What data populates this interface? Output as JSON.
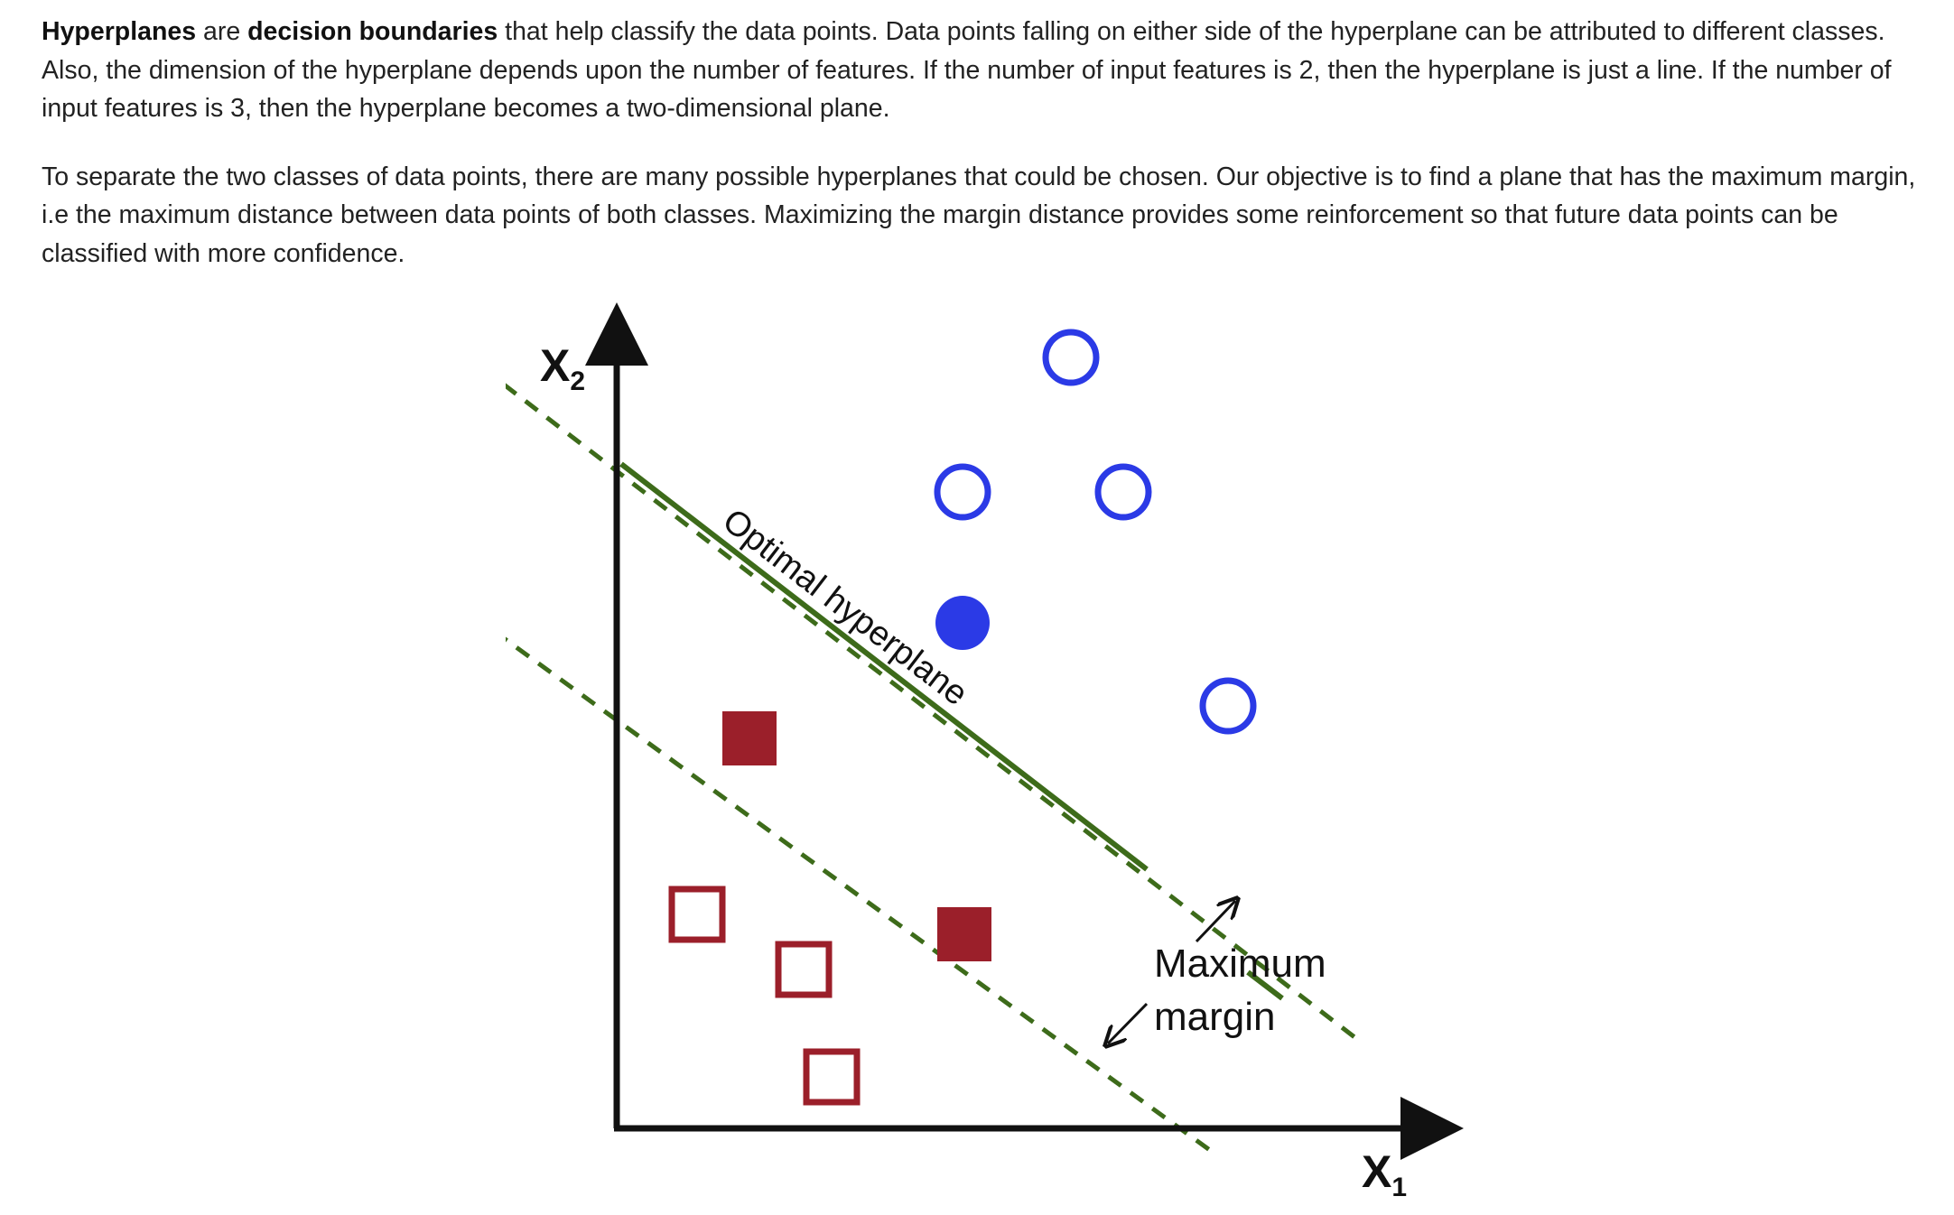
{
  "article": {
    "p1": [
      {
        "text": "Hyperplanes",
        "bold": true
      },
      {
        "text": " are ",
        "bold": false
      },
      {
        "text": "decision boundaries",
        "bold": true
      },
      {
        "text": " that help classify the data points. Data points falling on either side of the hyperplane can be attributed to different classes. Also, the dimension of the hyperplane depends upon the number of features. If the number of input features is 2, then the hyperplane is just a line. If the number of input features is 3, then the hyperplane becomes a two-dimensional plane.",
        "bold": false
      }
    ],
    "p2": "To separate the two classes of data points, there are many possible hyperplanes that could be chosen. Our objective is to find a plane that has the maximum margin, i.e the maximum distance between data points of both classes. Maximizing the margin distance provides some reinforcement so that future data points can be classified with more confidence."
  },
  "diagram": {
    "y_axis_label": "X",
    "y_axis_sub": "2",
    "x_axis_label": "X",
    "x_axis_sub": "1",
    "hyperplane_label": "Optimal hyperplane",
    "margin_label_line1": "Maximum",
    "margin_label_line2": "margin",
    "colors": {
      "hyperplane": "#3d6b1a",
      "margin_lines": "#3d6b1a",
      "class_circle": "#2b3ae6",
      "class_square": "#9b1f2a",
      "axes": "#111111"
    },
    "icons": {
      "class_a": "circle",
      "class_a_support": "filled-circle",
      "class_b": "square",
      "class_b_support": "filled-square"
    }
  }
}
